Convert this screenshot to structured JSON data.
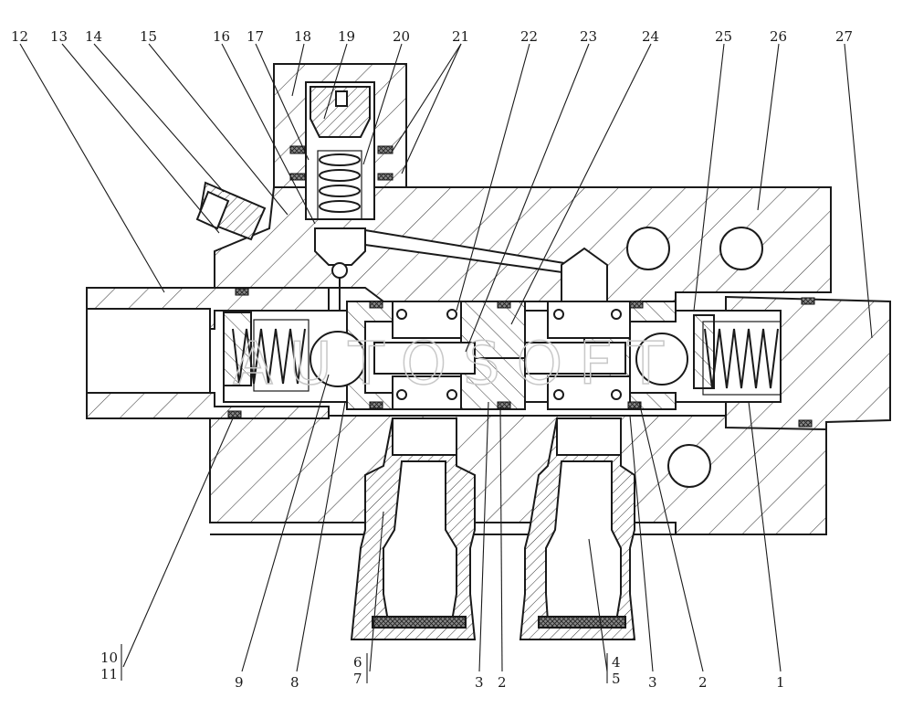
{
  "watermark": "AUTOSOFT",
  "labels_top": [
    "12",
    "13",
    "14",
    "15",
    "16",
    "17",
    "18",
    "19",
    "20",
    "21",
    "22",
    "23",
    "24",
    "25",
    "26",
    "27"
  ],
  "labels_bottom": [
    "10",
    "11",
    "9",
    "8",
    "6",
    "7",
    "3",
    "2",
    "4",
    "5",
    "3",
    "2",
    "1"
  ]
}
